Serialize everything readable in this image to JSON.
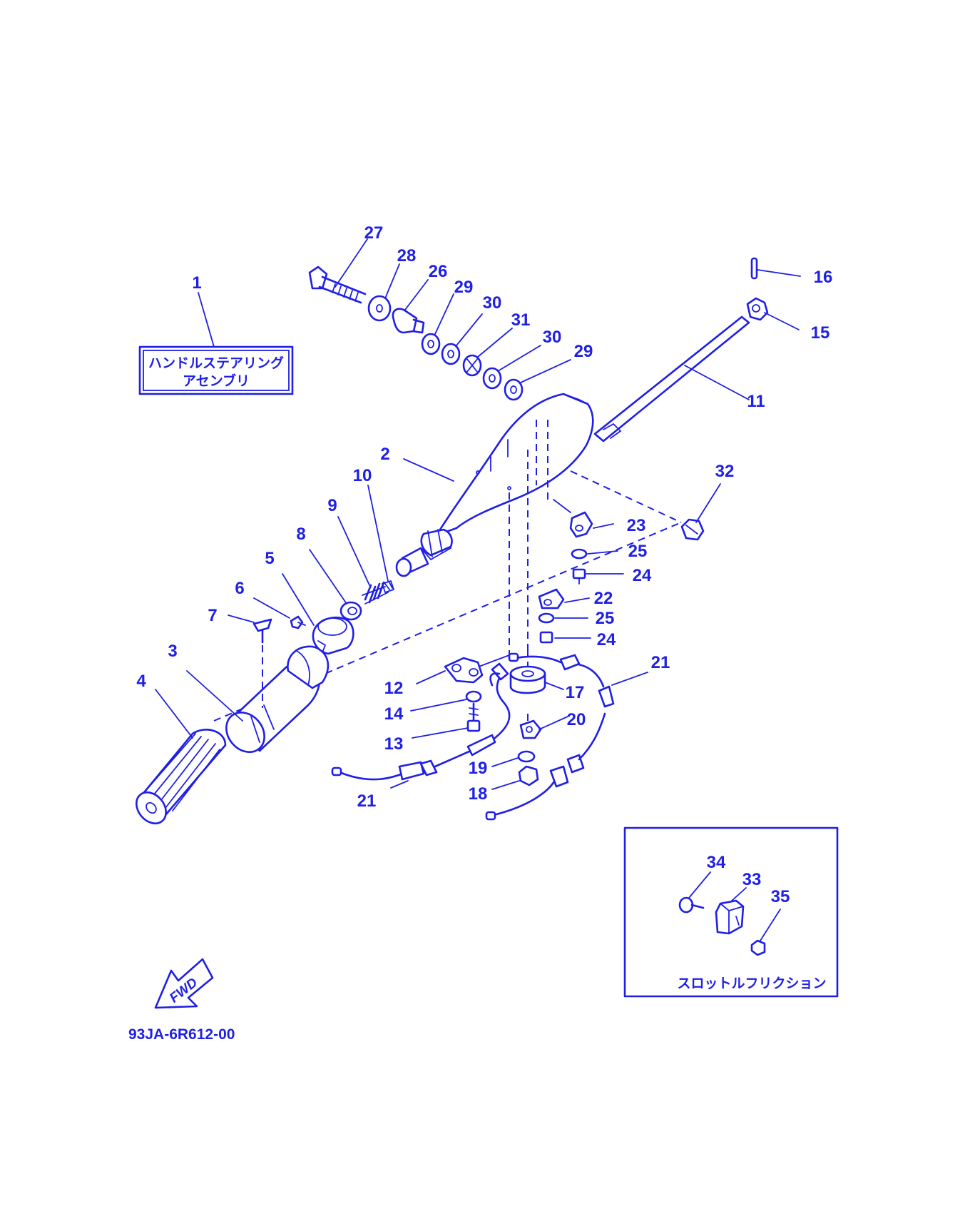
{
  "assembly_label": {
    "line1": "ハンドルステアリング",
    "line2": "アセンブリ"
  },
  "inset_label": "スロットルフリクション",
  "fwd_label": "FWD",
  "part_code": "93JA-6R612-00",
  "callouts": {
    "c1": "1",
    "c2": "2",
    "c3": "3",
    "c4": "4",
    "c5": "5",
    "c6": "6",
    "c7": "7",
    "c8": "8",
    "c9": "9",
    "c10": "10",
    "c11": "11",
    "c12": "12",
    "c13": "13",
    "c14": "14",
    "c15": "15",
    "c16": "16",
    "c17": "17",
    "c18": "18",
    "c19": "19",
    "c20": "20",
    "c21a": "21",
    "c21b": "21",
    "c22": "22",
    "c23": "23",
    "c24a": "24",
    "c24b": "24",
    "c25a": "25",
    "c25b": "25",
    "c26": "26",
    "c27": "27",
    "c28": "28",
    "c29a": "29",
    "c29b": "29",
    "c30a": "30",
    "c30b": "30",
    "c31": "31",
    "c32": "32",
    "c33": "33",
    "c34": "34",
    "c35": "35"
  },
  "colors": {
    "ink": "#1f1fe6",
    "background": "#ffffff"
  }
}
